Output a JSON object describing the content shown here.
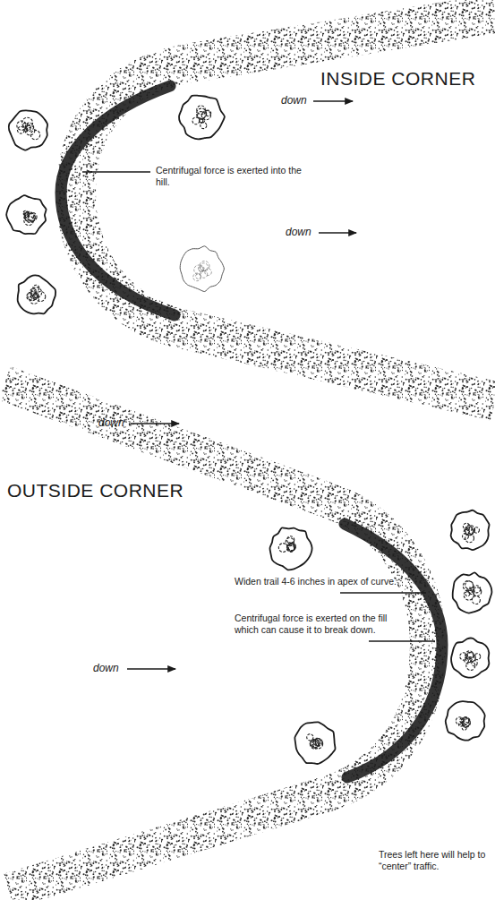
{
  "diagram": {
    "labels": [
      "INSIDE CORNER",
      "down",
      "Centrifugal force is exerted into the hill.",
      "down",
      "down",
      "OUTSIDE CORNER",
      "Widen trail 4-6 inches in apex of curve.",
      "Centrifugal force is exerted on the fill which can cause it to break down.",
      "down",
      "Trees left here will help to “center” traffic."
    ]
  }
}
